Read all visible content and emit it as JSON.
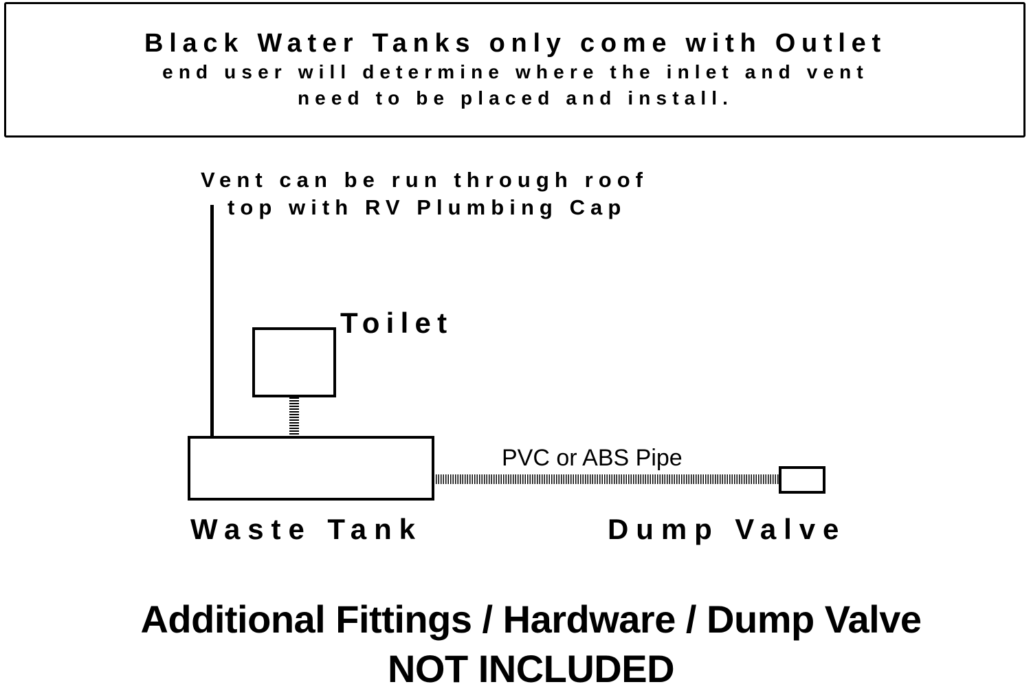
{
  "banner": {
    "line1": "Black Water Tanks only come with Outlet",
    "line2": "end user will determine where the inlet and vent",
    "line3": "need to be placed and install."
  },
  "diagram": {
    "vent_note_line1": "Vent can be run through roof",
    "vent_note_line2": "top with RV Plumbing Cap",
    "toilet_label": "Toilet",
    "pipe_label": "PVC or ABS Pipe",
    "tank_label": "Waste Tank",
    "valve_label": "Dump Valve"
  },
  "footer": {
    "line1": "Additional Fittings / Hardware / Dump Valve",
    "line2": "NOT INCLUDED"
  }
}
